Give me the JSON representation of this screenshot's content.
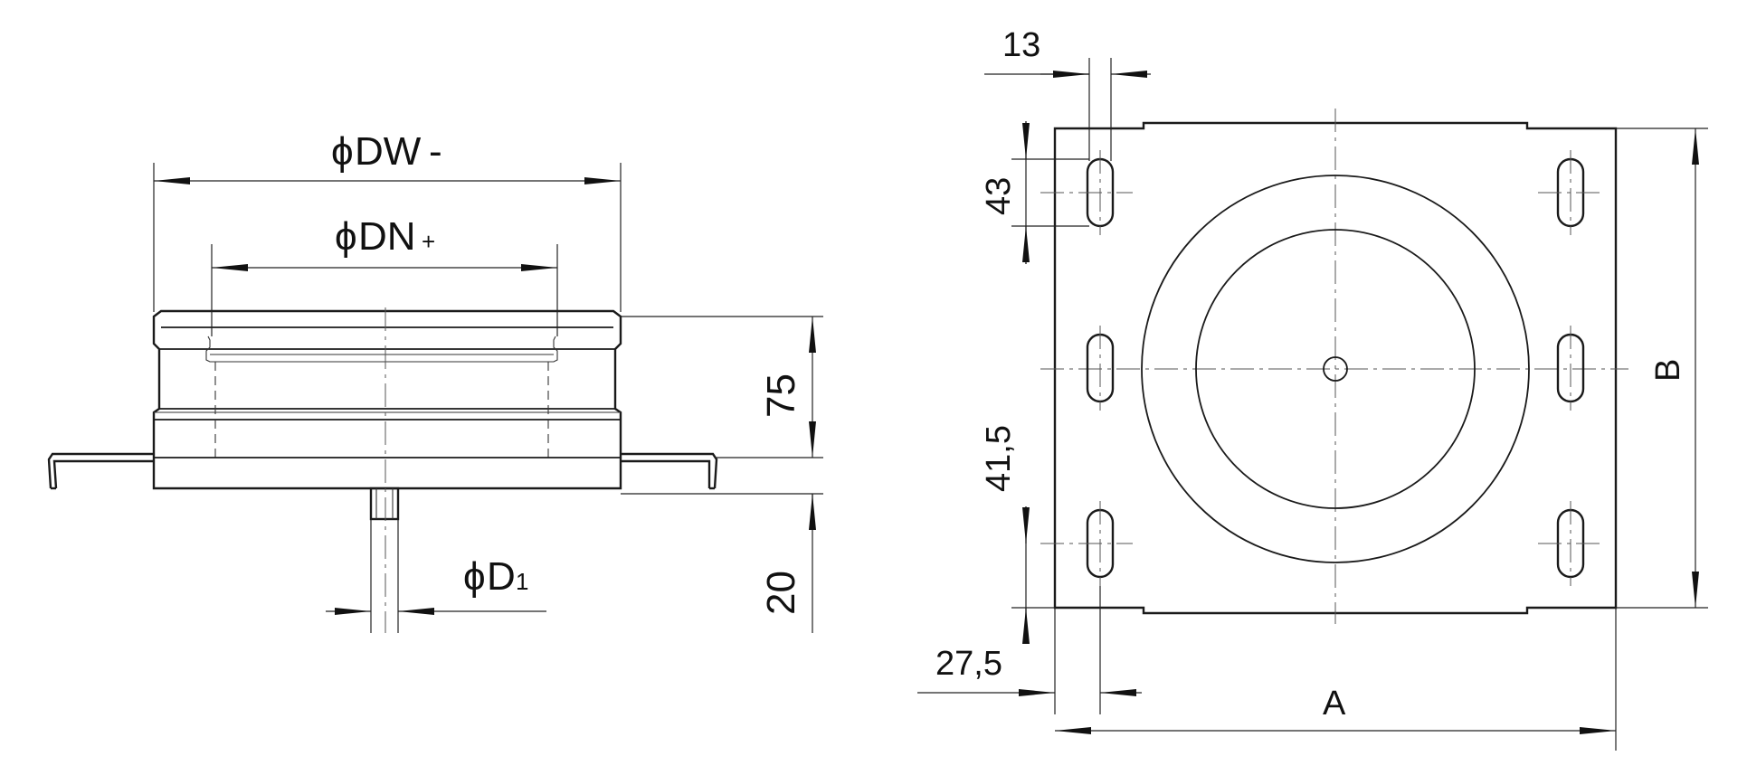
{
  "side_view": {
    "dia_outer": {
      "prefix": "ϕ",
      "main": "DW",
      "suffix": "-"
    },
    "dia_inner": {
      "prefix": "ϕ",
      "main": "DN",
      "suffix": "+"
    },
    "dia_pin": {
      "prefix": "ϕ",
      "main": "D",
      "suffix": "1"
    },
    "height_body": "75",
    "height_pin": "20"
  },
  "plan_view": {
    "slot_width": "13",
    "slot_length": "43",
    "slot_spacing": "41,5",
    "edge_offset": "27,5",
    "width_label": "A",
    "depth_label": "B"
  }
}
